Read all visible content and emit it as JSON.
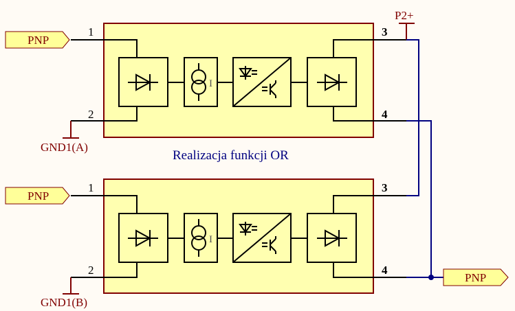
{
  "diagram": {
    "title": "Realizacja funkcji OR",
    "colors": {
      "background": "#fffbf5",
      "module_fill": "#ffffb0",
      "module_border": "#800000",
      "wire_internal": "#000000",
      "wire_net": "#000080",
      "power_symbol": "#800000",
      "port_fill": "#ffff99",
      "title_text": "#000080"
    },
    "modules": [
      {
        "id": "A",
        "input_port": "PNP",
        "pins": {
          "in_plus": "1",
          "in_gnd": "2",
          "out_plus": "3",
          "out_minus": "4"
        },
        "ground_label": "GND1(A)",
        "blocks": [
          "input-rectifier-diode",
          "current-source",
          "optocoupler",
          "output-diode"
        ],
        "current_source_label": "I"
      },
      {
        "id": "B",
        "input_port": "PNP",
        "pins": {
          "in_plus": "1",
          "in_gnd": "2",
          "out_plus": "3",
          "out_minus": "4"
        },
        "ground_label": "GND1(B)",
        "blocks": [
          "input-rectifier-diode",
          "current-source",
          "optocoupler",
          "output-diode"
        ],
        "current_source_label": "I"
      }
    ],
    "power_label": "P2+",
    "output_port": "PNP"
  }
}
